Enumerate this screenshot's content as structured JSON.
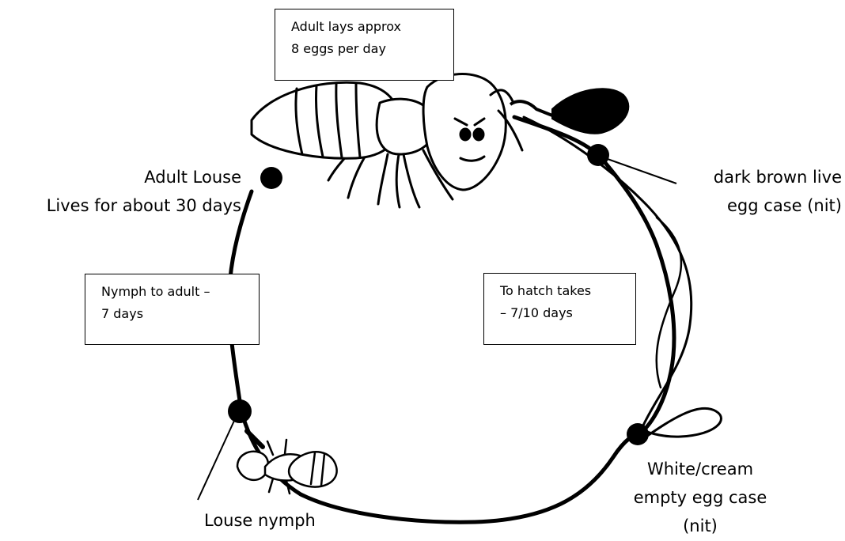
{
  "boxes": {
    "laying": {
      "line1": "Adult lays approx",
      "line2": "8 eggs per day"
    },
    "nymph_to_adult": {
      "line1": "Nymph to adult –",
      "line2": "7 days"
    },
    "hatch": {
      "line1": "To hatch takes",
      "line2": "– 7/10 days"
    }
  },
  "labels": {
    "adult": {
      "line1": "Adult Louse",
      "line2": "Lives for about 30 days"
    },
    "live_egg": {
      "line1": "dark brown live",
      "line2": "egg case (nit)"
    },
    "empty_egg": {
      "line1": "White/cream",
      "line2": "empty egg case",
      "line3": "(nit)"
    },
    "nymph": {
      "line1": "Louse nymph"
    }
  },
  "icons": [
    "adult-louse-icon",
    "nymph-louse-icon",
    "hair-strand-icon",
    "live-nit-icon"
  ],
  "colors": {
    "ink": "#000000",
    "background": "#ffffff"
  }
}
